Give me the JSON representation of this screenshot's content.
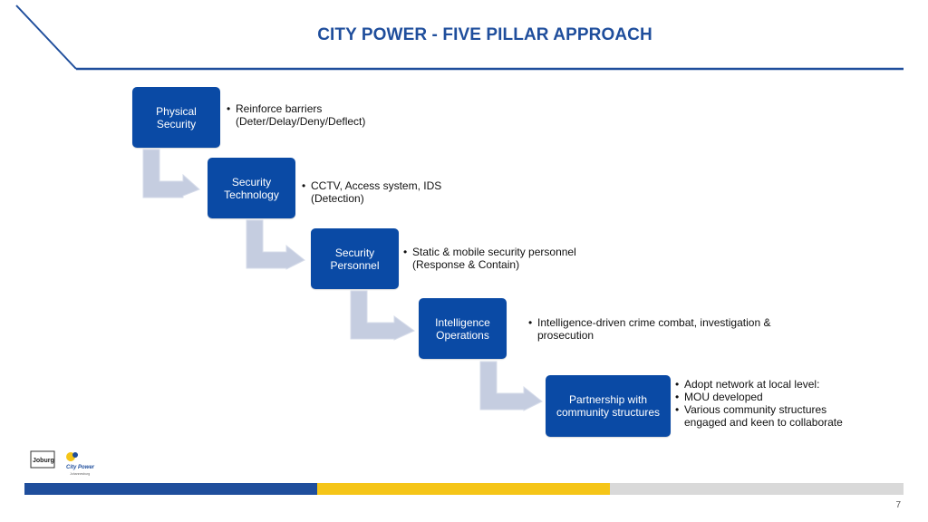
{
  "title": "CITY POWER - FIVE PILLAR APPROACH",
  "pillars": [
    {
      "label": "Physical\nSecurity",
      "bullets": [
        "Reinforce barriers\n(Deter/Delay/Deny/Deflect)"
      ]
    },
    {
      "label": "Security\nTechnology",
      "bullets": [
        "CCTV, Access system, IDS\n(Detection)"
      ]
    },
    {
      "label": "Security\nPersonnel",
      "bullets": [
        "Static & mobile security personnel\n(Response & Contain)"
      ]
    },
    {
      "label": "Intelligence\nOperations",
      "bullets": [
        "Intelligence-driven crime combat, investigation  &\nprosecution"
      ]
    },
    {
      "label": "Partnership with\ncommunity structures",
      "bullets": [
        "Adopt network at local level:",
        "MOU developed",
        "Various community structures\nengaged and keen to collaborate"
      ]
    }
  ],
  "logo": {
    "left_text": "Joburg",
    "right_text": "City Power",
    "right_sub": "Johannesburg"
  },
  "footer": {
    "colors": [
      "#1f4e9c",
      "#f5c518",
      "#d9d9d9"
    ],
    "page_number": "7"
  },
  "colors": {
    "accent": "#1f4e9c",
    "box": "#0a4aa5",
    "arrow": "#c5cde0"
  }
}
